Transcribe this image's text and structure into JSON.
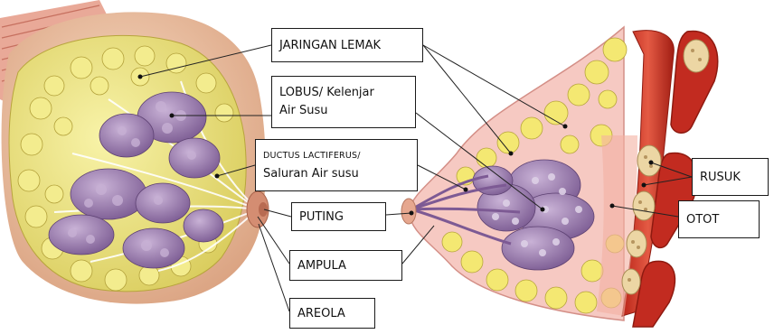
{
  "labels": {
    "jaringan_lemak": "JARINGAN LEMAK",
    "lobus_line1": "LOBUS/ Kelenjar",
    "lobus_line2": "Air Susu",
    "ductus_line1": "DUCTUS LACTIFERUS/",
    "ductus_line2": "Saluran Air susu",
    "puting": "PUTING",
    "ampula": "AMPULA",
    "areola": "AREOLA",
    "rusuk": "RUSUK",
    "otot": "OTOT"
  },
  "colors": {
    "skin": "#efc7a9",
    "fat": "#f2ea86",
    "fat_outline": "#b7a53c",
    "lobe": "#a78ab9",
    "lobe_dark": "#6f4f86",
    "muscle": "#d23a2e",
    "rib": "#e9cfa0",
    "tissue_pink": "#f6c9c2"
  }
}
